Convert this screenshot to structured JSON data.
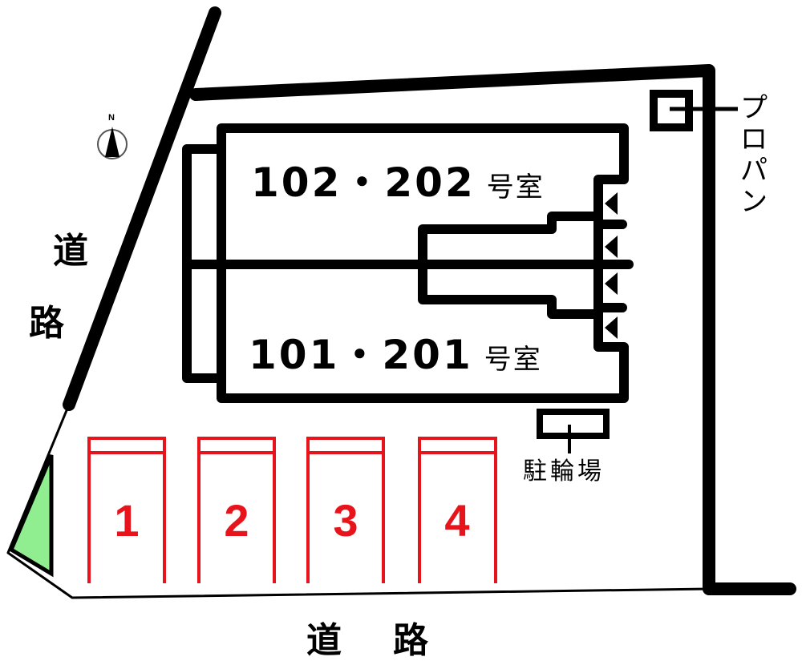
{
  "compass": {
    "label": "N",
    "icon": "north-arrow-icon"
  },
  "rooms": {
    "upper": {
      "number": "102・202",
      "suffix": "号室"
    },
    "lower": {
      "number": "101・201",
      "suffix": "号室"
    }
  },
  "roads": {
    "west": {
      "line1": "道",
      "line2": "路"
    },
    "south": "道　路"
  },
  "propane": {
    "label": "プロパン",
    "chars": [
      "プ",
      "ロ",
      "パ",
      "ン"
    ]
  },
  "bicycle_parking": {
    "label": "駐輪場"
  },
  "parking": {
    "color": "#e8141b",
    "slots": [
      {
        "number": "1"
      },
      {
        "number": "2"
      },
      {
        "number": "3"
      },
      {
        "number": "4"
      }
    ]
  },
  "colors": {
    "wall": "#000000",
    "green_area": "#90ee90",
    "parking_lines": "#e8141b"
  }
}
